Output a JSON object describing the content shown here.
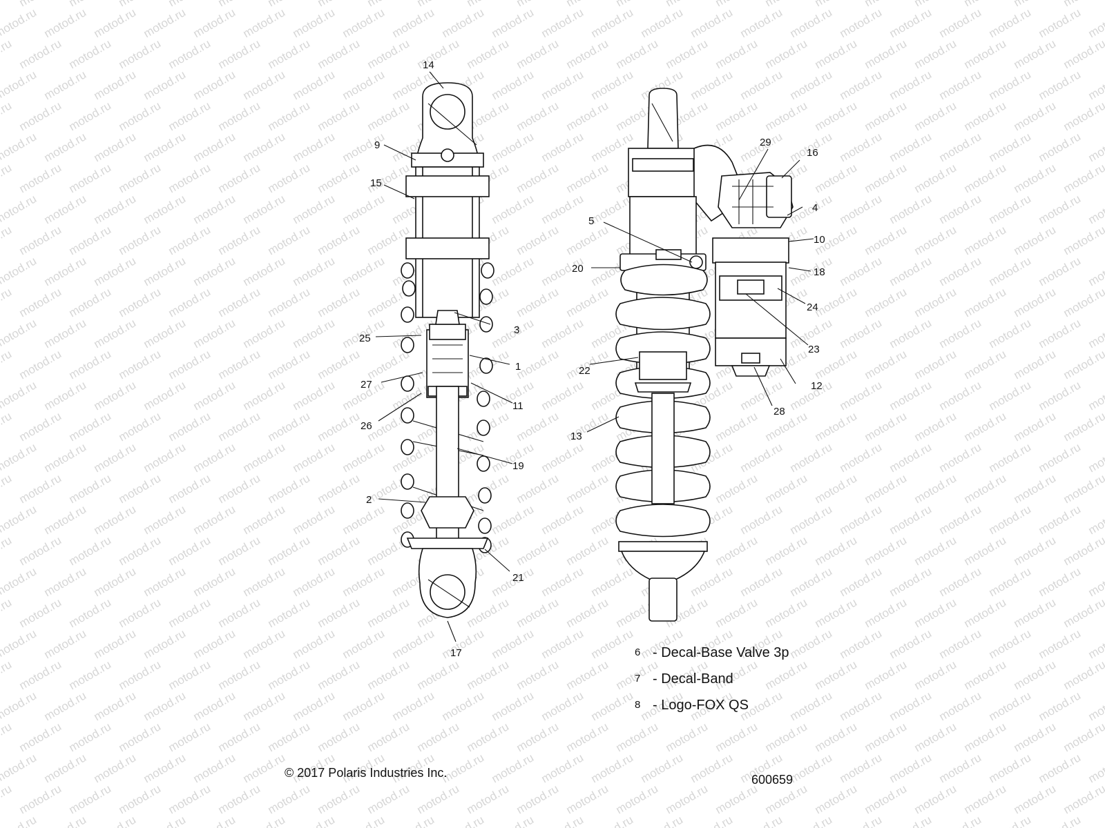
{
  "watermark": {
    "text": "motod.ru",
    "color": "#d6d6d6"
  },
  "callouts": {
    "c1": "1",
    "c2": "2",
    "c3": "3",
    "c4": "4",
    "c5": "5",
    "c9": "9",
    "c10": "10",
    "c11": "11",
    "c12": "12",
    "c13": "13",
    "c14": "14",
    "c15": "15",
    "c16": "16",
    "c17": "17",
    "c18": "18",
    "c19": "19",
    "c20": "20",
    "c21": "21",
    "c22": "22",
    "c23": "23",
    "c24": "24",
    "c25": "25",
    "c26": "26",
    "c27": "27",
    "c28": "28",
    "c29": "29"
  },
  "legend": [
    {
      "num": "6",
      "text": "- Decal-Base Valve 3p"
    },
    {
      "num": "7",
      "text": "- Decal-Band"
    },
    {
      "num": "8",
      "text": "- Logo-FOX QS"
    }
  ],
  "footer": {
    "copyright": "© 2017 Polaris Industries Inc.",
    "drawing_number": "600659"
  }
}
